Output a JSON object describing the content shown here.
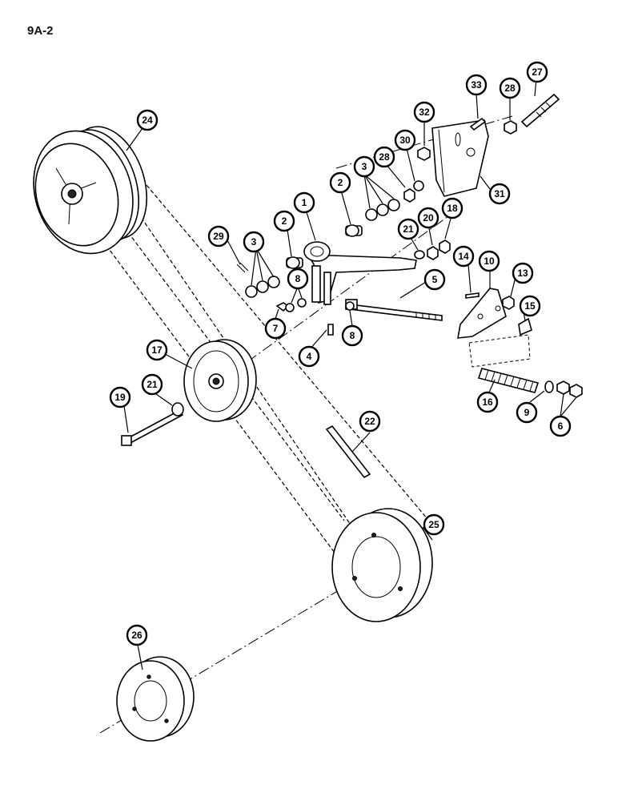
{
  "page_code": "9A-2",
  "callouts": [
    {
      "id": "24",
      "label": "24"
    },
    {
      "id": "33",
      "label": "33"
    },
    {
      "id": "28a",
      "label": "28"
    },
    {
      "id": "27",
      "label": "27"
    },
    {
      "id": "32",
      "label": "32"
    },
    {
      "id": "30",
      "label": "30"
    },
    {
      "id": "3a",
      "label": "3"
    },
    {
      "id": "28b",
      "label": "28"
    },
    {
      "id": "2a",
      "label": "2"
    },
    {
      "id": "1",
      "label": "1"
    },
    {
      "id": "31",
      "label": "31"
    },
    {
      "id": "29",
      "label": "29"
    },
    {
      "id": "3b",
      "label": "3"
    },
    {
      "id": "2b",
      "label": "2"
    },
    {
      "id": "21a",
      "label": "21"
    },
    {
      "id": "20",
      "label": "20"
    },
    {
      "id": "18",
      "label": "18"
    },
    {
      "id": "14",
      "label": "14"
    },
    {
      "id": "10",
      "label": "10"
    },
    {
      "id": "13",
      "label": "13"
    },
    {
      "id": "8a",
      "label": "8"
    },
    {
      "id": "5",
      "label": "5"
    },
    {
      "id": "15",
      "label": "15"
    },
    {
      "id": "7",
      "label": "7"
    },
    {
      "id": "4",
      "label": "4"
    },
    {
      "id": "8b",
      "label": "8"
    },
    {
      "id": "17",
      "label": "17"
    },
    {
      "id": "21b",
      "label": "21"
    },
    {
      "id": "19",
      "label": "19"
    },
    {
      "id": "16",
      "label": "16"
    },
    {
      "id": "9",
      "label": "9"
    },
    {
      "id": "6",
      "label": "6"
    },
    {
      "id": "22",
      "label": "22"
    },
    {
      "id": "25",
      "label": "25"
    },
    {
      "id": "26",
      "label": "26"
    }
  ]
}
